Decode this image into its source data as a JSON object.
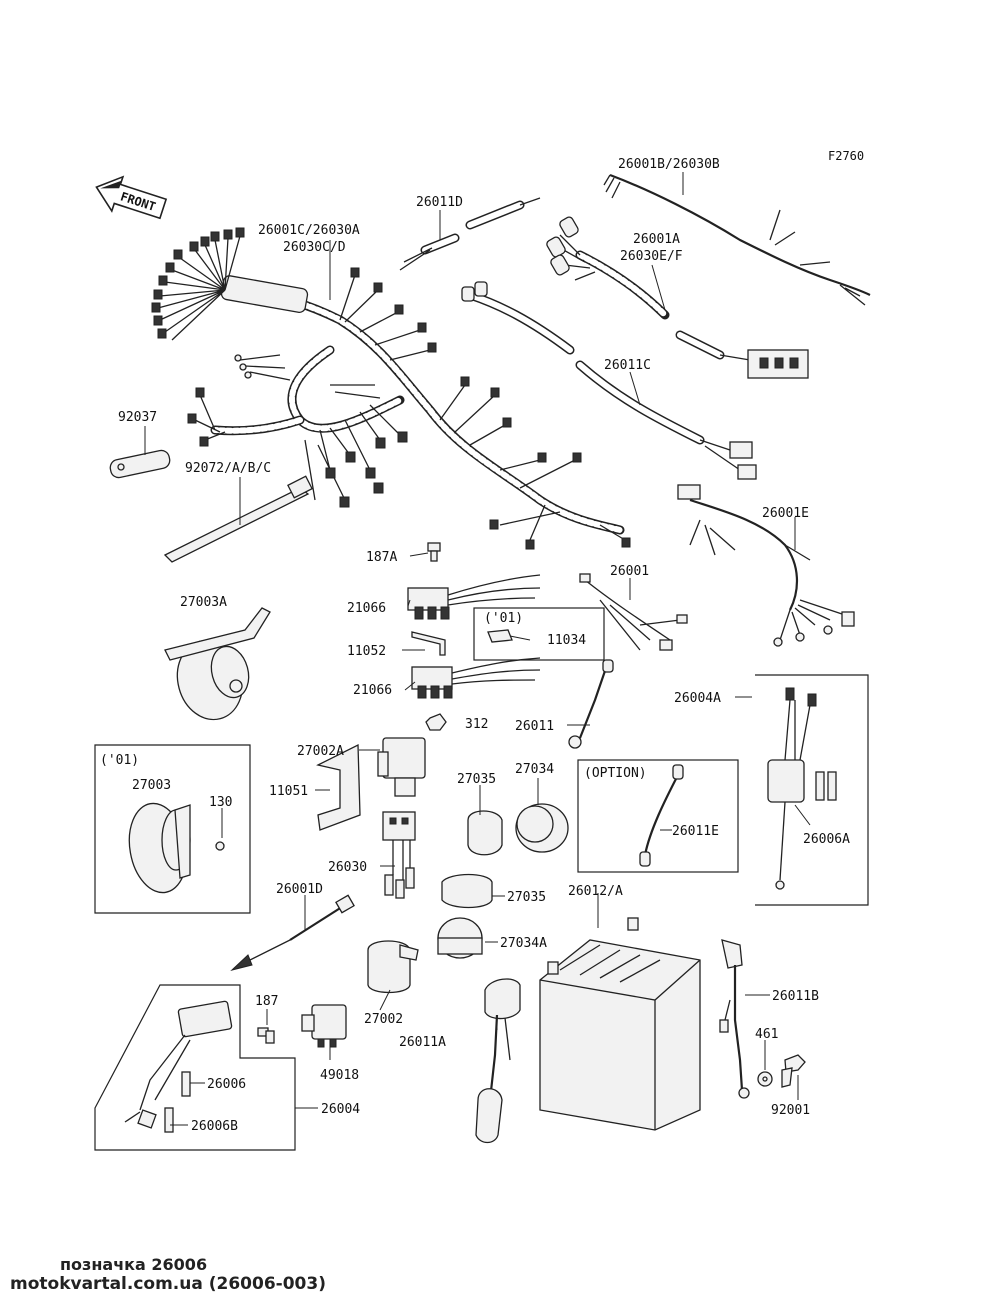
{
  "figure_code": "F2760",
  "front_label": "FRONT",
  "labels": {
    "l_26001B_26030B": "26001B/26030B",
    "l_26011D": "26011D",
    "l_26001C_26030A": "26001C/26030A",
    "l_26030CD": "26030C/D",
    "l_26001A": "26001A",
    "l_26030EF": "26030E/F",
    "l_26011C": "26011C",
    "l_92037": "92037",
    "l_92072ABC": "92072/A/B/C",
    "l_26001E": "26001E",
    "l_187A": "187A",
    "l_26001": "26001",
    "l_21066_top": "21066",
    "l_01_a": "('01)",
    "l_11034": "11034",
    "l_27003A": "27003A",
    "l_11052": "11052",
    "l_21066_bottom": "21066",
    "l_312": "312",
    "l_26011": "26011",
    "l_26004A": "26004A",
    "l_01_b": "('01)",
    "l_27002A": "27002A",
    "l_27003": "27003",
    "l_130": "130",
    "l_27035_top": "27035",
    "l_27034": "27034",
    "l_option": "(OPTION)",
    "l_11051": "11051",
    "l_26011E": "26011E",
    "l_26006A": "26006A",
    "l_26030": "26030",
    "l_26001D": "26001D",
    "l_27035_mid": "27035",
    "l_26012A": "26012/A",
    "l_27034A": "27034A",
    "l_26011B": "26011B",
    "l_187": "187",
    "l_27002": "27002",
    "l_26011A": "26011A",
    "l_461": "461",
    "l_26006": "26006",
    "l_49018": "49018",
    "l_26004": "26004",
    "l_92001": "92001",
    "l_26006B": "26006B"
  },
  "caption_line1": "позначка 26006",
  "caption_line2": "motokvartal.com.ua (26006-003)"
}
